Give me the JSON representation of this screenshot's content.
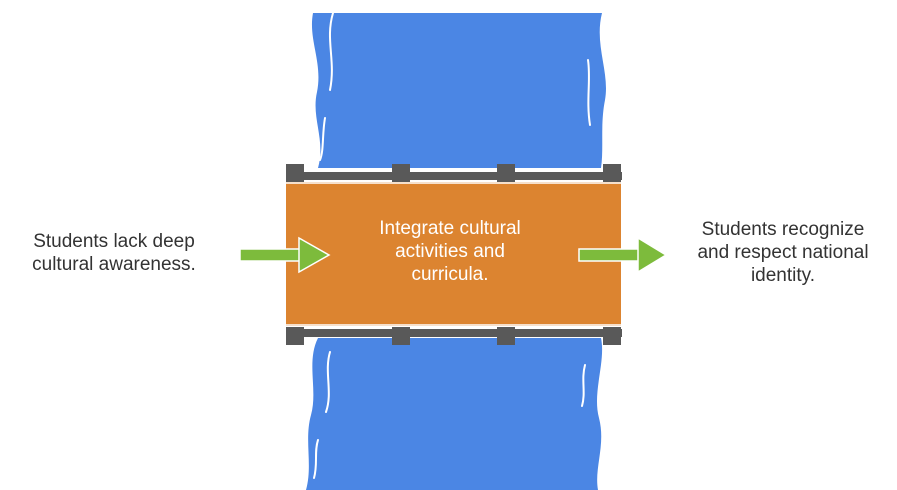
{
  "diagram": {
    "left_text": "Students lack deep\ncultural awareness.",
    "center_text": "Integrate cultural\nactivities and\ncurricula.",
    "right_text": "Students recognize\nand respect national\nidentity."
  },
  "colors": {
    "river": "#4b86e4",
    "river_highlight": "#ffffff",
    "bridge_deck": "#dc8430",
    "bridge_rail": "#595959",
    "arrow": "#7dbb3c",
    "text": "#333333",
    "label_text": "#ffffff"
  },
  "icons": {
    "input_arrow": "arrow-right-icon",
    "output_arrow": "arrow-right-icon"
  }
}
